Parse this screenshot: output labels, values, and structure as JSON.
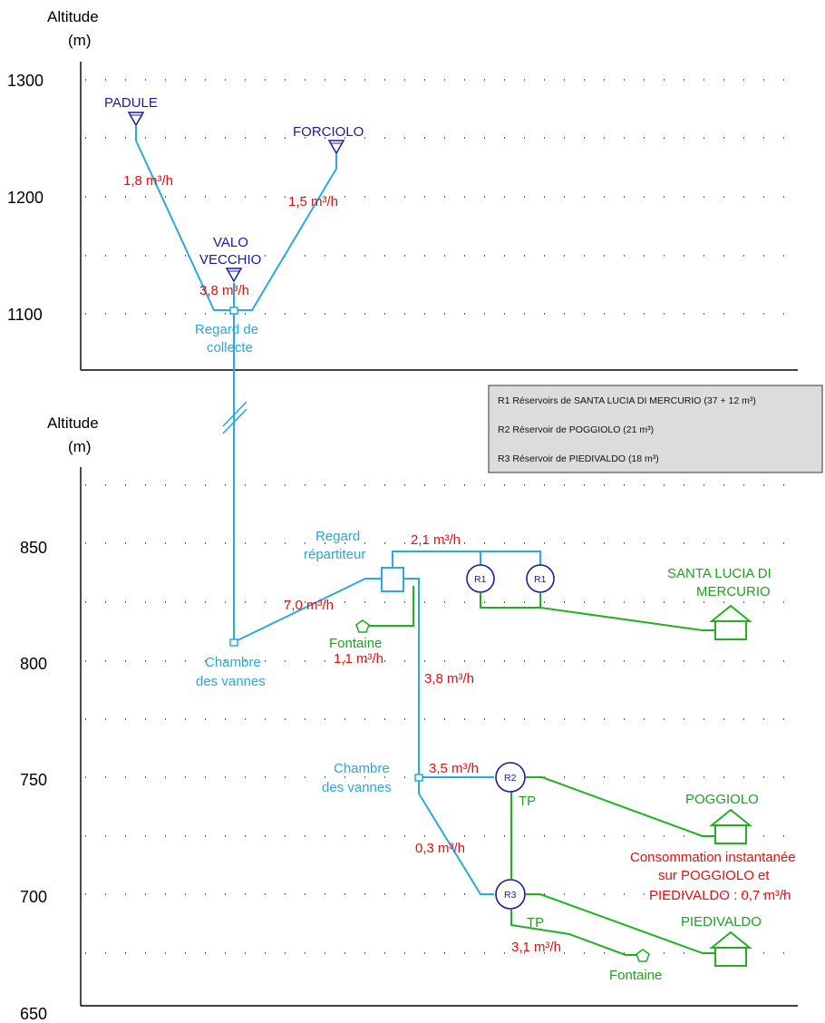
{
  "top_chart": {
    "ylabel_line1": "Altitude",
    "ylabel_line2": "(m)",
    "ticks": [
      "1300",
      "1200",
      "1100"
    ]
  },
  "bottom_chart": {
    "ylabel_line1": "Altitude",
    "ylabel_line2": "(m)",
    "ticks": [
      "850",
      "800",
      "750",
      "700",
      "650"
    ]
  },
  "sources": {
    "padule": "PADULE",
    "forciolo": "FORCIOLO",
    "valo_line1": "VALO",
    "valo_line2": "VECCHIO"
  },
  "flows": {
    "padule": "1,8 m³/h",
    "forciolo": "1,5 m³/h",
    "valo": "3,8 m³/h",
    "to_repartiteur": "7,0 m³/h",
    "to_r1": "2,1 m³/h",
    "fontaine_top": "1,1 m³/h",
    "down_chambre": "3,8 m³/h",
    "to_r2": "3,5 m³/h",
    "to_r3": "0,3 m³/h",
    "fontaine_bottom": "3,1 m³/h"
  },
  "structures": {
    "regard_collecte_line1": "Regard de",
    "regard_collecte_line2": "collecte",
    "regard_rep_line1": "Regard",
    "regard_rep_line2": "répartiteur",
    "chambre1_line1": "Chambre",
    "chambre1_line2": "des vannes",
    "chambre2_line1": "Chambre",
    "chambre2_line2": "des vannes"
  },
  "reservoirs": {
    "r1": "R1",
    "r2": "R2",
    "r3": "R3"
  },
  "villages": {
    "santa_line1": "SANTA LUCIA DI",
    "santa_line2": "MERCURIO",
    "poggiolo": "POGGIOLO",
    "piedivaldo": "PIEDIVALDO"
  },
  "misc": {
    "fontaine_top": "Fontaine",
    "fontaine_bottom": "Fontaine",
    "tp1": "TP",
    "tp2": "TP",
    "conso_line1": "Consommation instantanée",
    "conso_line2": "sur POGGIOLO et",
    "conso_line3": "PIEDIVALDO : 0,7 m³/h"
  },
  "legend": {
    "r1": "R1 Réservoirs de SANTA LUCIA DI MERCURIO (37 + 12 m³)",
    "r2": "R2 Réservoir de POGGIOLO (21 m³)",
    "r3": "R3 Réservoir de PIEDIVALDO (18 m³)"
  },
  "colors": {
    "source_blue": "#1a1a9e",
    "pipe_cyan": "#29abe2",
    "flow_red": "#e01010",
    "distribution_green": "#22b022",
    "legend_bg": "#dcdcdc"
  }
}
